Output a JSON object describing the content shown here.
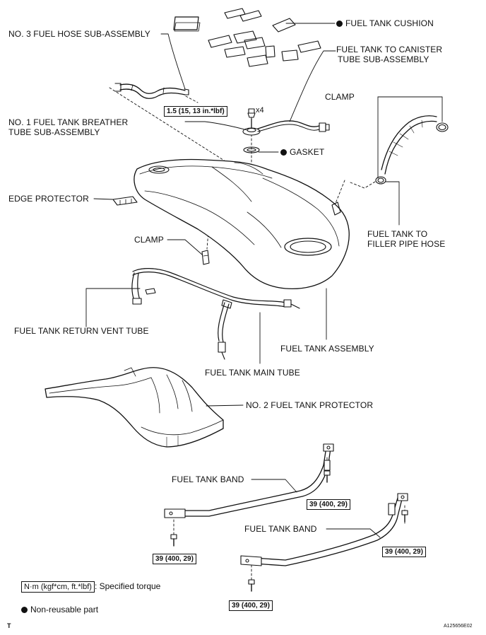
{
  "labels": {
    "fuel_tank_cushion": "FUEL TANK CUSHION",
    "no3_hose": "NO. 3 FUEL HOSE SUB-ASSEMBLY",
    "canister_tube_1": "FUEL TANK TO CANISTER",
    "canister_tube_2": "TUBE SUB-ASSEMBLY",
    "clamp_upper": "CLAMP",
    "breather_1": "NO. 1 FUEL TANK BREATHER",
    "breather_2": "TUBE SUB-ASSEMBLY",
    "gasket": "GASKET",
    "edge_protector": "EDGE PROTECTOR",
    "filler_hose_1": "FUEL TANK TO",
    "filler_hose_2": "FILLER PIPE HOSE",
    "clamp_lower": "CLAMP",
    "return_vent": "FUEL TANK RETURN VENT TUBE",
    "tank_assembly": "FUEL TANK ASSEMBLY",
    "main_tube": "FUEL TANK MAIN TUBE",
    "no2_protector": "NO. 2 FUEL TANK PROTECTOR",
    "band_1": "FUEL TANK BAND",
    "band_2": "FUEL TANK BAND"
  },
  "torques": {
    "breather_bolt": "1.5 (15, 13 in.*lbf)",
    "breather_qty": "x4",
    "band1_front": "39 (400, 29)",
    "band1_rear": "39 (400, 29)",
    "band2_front": "39 (400, 29)",
    "band2_rear": "39 (400, 29)"
  },
  "legend": {
    "torque_unit": "N·m (kgf*cm, ft.*lbf)",
    "torque_text": ": Specified torque",
    "nonreusable_text": "Non-reusable part"
  },
  "corner": {
    "left_mark": "T",
    "figure_id": "A125656E02"
  }
}
